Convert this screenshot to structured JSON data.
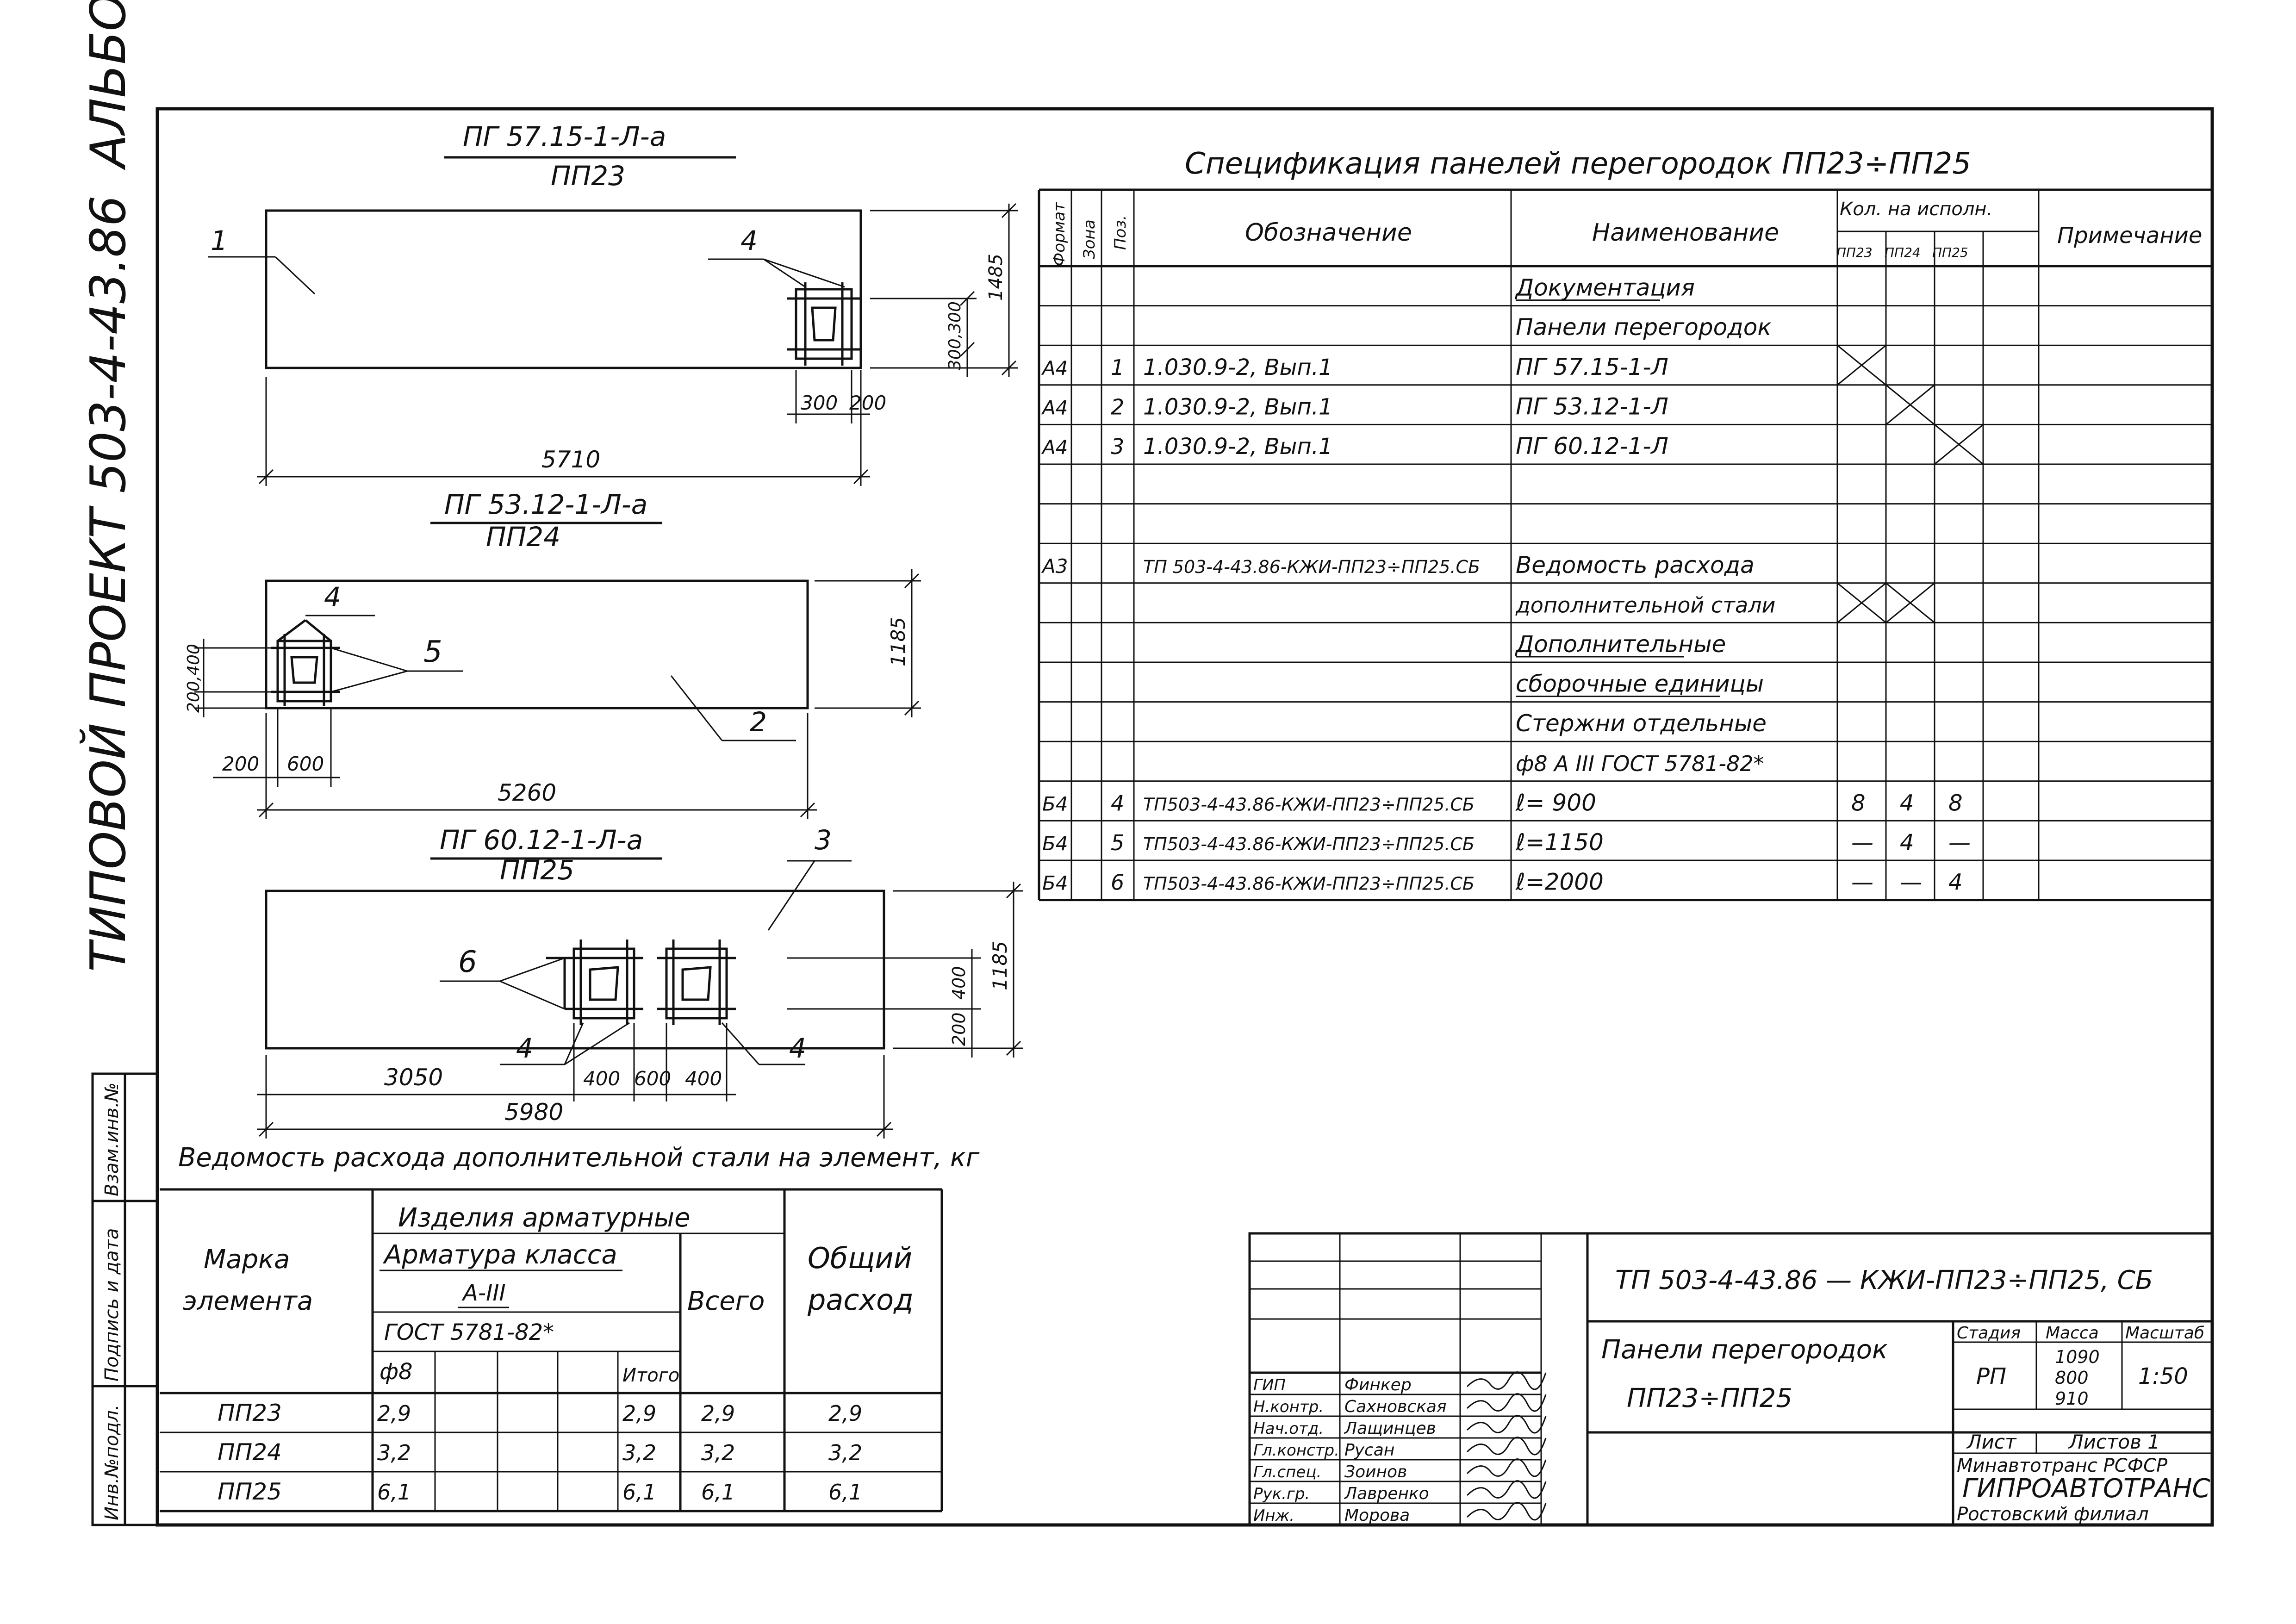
{
  "side_title": {
    "album": "АЛЬБОМ IV",
    "project": "ТИПОВОЙ ПРОЕКТ 503-4-43.86"
  },
  "stamp_labels": [
    "Инв.№подл.",
    "Подпись и дата",
    "Взам.инв.№"
  ],
  "panels": [
    {
      "title_top": "ПГ 57.15-1-Л-а",
      "title_bottom": "ПП23",
      "leaders": [
        "1",
        "4"
      ],
      "dims": {
        "length": "5710",
        "height": "1485",
        "grid_v": "300,300",
        "grid_h1": "300",
        "grid_h2": "200"
      }
    },
    {
      "title_top": "ПГ 53.12-1-Л-а",
      "title_bottom": "ПП24",
      "leaders": [
        "4",
        "5",
        "2"
      ],
      "dims": {
        "length": "5260",
        "height": "1185",
        "grid_v": "200,400",
        "grid_h1": "200",
        "grid_h2": "600"
      }
    },
    {
      "title_top": "ПГ 60.12-1-Л-а",
      "title_bottom": "ПП25",
      "leaders": [
        "3",
        "6",
        "4",
        "4"
      ],
      "dims": {
        "length": "5980",
        "height": "1185",
        "grid_v1": "400",
        "grid_v2": "200",
        "offset": "3050",
        "grid_h1": "400",
        "grid_h2": "600",
        "grid_h3": "400"
      }
    }
  ],
  "spec": {
    "title": "Спецификация панелей перегородок ПП23÷ПП25",
    "headers": {
      "format": "Формат",
      "zone": "Зона",
      "pos": "Поз.",
      "designation": "Обозначение",
      "name": "Наименование",
      "qty": "Кол. на испoлн.",
      "q1": "ПП23",
      "q2": "ПП24",
      "q3": "ПП25",
      "note": "Примечание"
    },
    "rows": [
      {
        "format": "",
        "pos": "",
        "designation": "",
        "name": "Документация",
        "q": [
          "",
          "",
          ""
        ],
        "x": [],
        "underline": true
      },
      {
        "format": "",
        "pos": "",
        "designation": "",
        "name": "Панели перегородок",
        "q": [
          "",
          "",
          ""
        ],
        "x": [],
        "underline": false
      },
      {
        "format": "А4",
        "pos": "1",
        "designation": "1.030.9-2, Вып.1",
        "name": "ПГ 57.15-1-Л",
        "q": [
          "",
          "",
          ""
        ],
        "x": [
          0
        ],
        "underline": false
      },
      {
        "format": "А4",
        "pos": "2",
        "designation": "1.030.9-2, Вып.1",
        "name": "ПГ 53.12-1-Л",
        "q": [
          "",
          "",
          ""
        ],
        "x": [
          1
        ],
        "underline": false
      },
      {
        "format": "А4",
        "pos": "3",
        "designation": "1.030.9-2, Вып.1",
        "name": "ПГ 60.12-1-Л",
        "q": [
          "",
          "",
          ""
        ],
        "x": [
          2
        ],
        "underline": false
      },
      {
        "format": "",
        "pos": "",
        "designation": "",
        "name": "",
        "q": [
          "",
          "",
          ""
        ],
        "x": [],
        "underline": false
      },
      {
        "format": "",
        "pos": "",
        "designation": "",
        "name": "",
        "q": [
          "",
          "",
          ""
        ],
        "x": [],
        "underline": false
      },
      {
        "format": "А3",
        "pos": "",
        "designation": "ТП 503-4-43.86-КЖИ-ПП23÷ПП25.СБ",
        "name": "Ведомость расхода",
        "q": [
          "",
          "",
          ""
        ],
        "x": [],
        "underline": false
      },
      {
        "format": "",
        "pos": "",
        "designation": "",
        "name": "дополнительной стали",
        "q": [
          "",
          "",
          ""
        ],
        "x": [
          0,
          1
        ],
        "underline": false
      },
      {
        "format": "",
        "pos": "",
        "designation": "",
        "name": "Дополнительные",
        "q": [
          "",
          "",
          ""
        ],
        "x": [],
        "underline": true
      },
      {
        "format": "",
        "pos": "",
        "designation": "",
        "name": "сборочные единицы",
        "q": [
          "",
          "",
          ""
        ],
        "x": [],
        "underline": true
      },
      {
        "format": "",
        "pos": "",
        "designation": "",
        "name": "Стержни отдельные",
        "q": [
          "",
          "",
          ""
        ],
        "x": [],
        "underline": false
      },
      {
        "format": "",
        "pos": "",
        "designation": "",
        "name": "ф8 А III ГОСТ 5781-82*",
        "q": [
          "",
          "",
          ""
        ],
        "x": [],
        "underline": false
      },
      {
        "format": "Б4",
        "pos": "4",
        "designation": "ТП503-4-43.86-КЖИ-ПП23÷ПП25.СБ",
        "name": "ℓ= 900",
        "q": [
          "8",
          "4",
          "8"
        ],
        "x": [],
        "underline": false
      },
      {
        "format": "Б4",
        "pos": "5",
        "designation": "ТП503-4-43.86-КЖИ-ПП23÷ПП25.СБ",
        "name": "ℓ=1150",
        "q": [
          "—",
          "4",
          "—"
        ],
        "x": [],
        "underline": false
      },
      {
        "format": "Б4",
        "pos": "6",
        "designation": "ТП503-4-43.86-КЖИ-ПП23÷ПП25.СБ",
        "name": "ℓ=2000",
        "q": [
          "—",
          "—",
          "4"
        ],
        "x": [],
        "underline": false
      }
    ]
  },
  "steel": {
    "title": "Ведомость расхода дополнительной стали на элемент, кг",
    "headers": {
      "mark": [
        "Марка",
        "элемента"
      ],
      "products": "Изделия арматурные",
      "armature": "Арматура класса",
      "class": "А-III",
      "gost": "ГОСТ 5781-82*",
      "phi": "ф8",
      "itogo": "Итого",
      "total": "Всего",
      "general": [
        "Общий",
        "расход"
      ]
    },
    "rows": [
      {
        "mark": "ПП23",
        "phi8": "2,9",
        "itogo": "2,9",
        "total": "2,9",
        "general": "2,9"
      },
      {
        "mark": "ПП24",
        "phi8": "3,2",
        "itogo": "3,2",
        "total": "3,2",
        "general": "3,2"
      },
      {
        "mark": "ПП25",
        "phi8": "6,1",
        "itogo": "6,1",
        "total": "6,1",
        "general": "6,1"
      }
    ]
  },
  "title_block": {
    "code": "ТП 503-4-43.86 — КЖИ-ПП23÷ПП25, СБ",
    "name1": "Панели перегородок",
    "name2": "ПП23÷ПП25",
    "stage_h": "Стадия",
    "mass_h": "Масса",
    "scale_h": "Масштаб",
    "stage": "РП",
    "masses": [
      "1090",
      "800",
      "910"
    ],
    "scale": "1:50",
    "sheet": "Лист",
    "sheets": "Листов 1",
    "org1": "Минавтотранс РСФСР",
    "org2": "ГИПРОАВТОТРАНС",
    "org3": "Ростовский филиал",
    "staff": [
      {
        "role": "ГИП",
        "name": "Финкер"
      },
      {
        "role": "Н.контр.",
        "name": "Сахновская"
      },
      {
        "role": "Нач.отд.",
        "name": "Лащинцев"
      },
      {
        "role": "Гл.констр.",
        "name": "Русан"
      },
      {
        "role": "Гл.спец.",
        "name": "Зоинов"
      },
      {
        "role": "Рук.гр.",
        "name": "Лавренко"
      },
      {
        "role": "Инж.",
        "name": "Морова"
      }
    ]
  }
}
